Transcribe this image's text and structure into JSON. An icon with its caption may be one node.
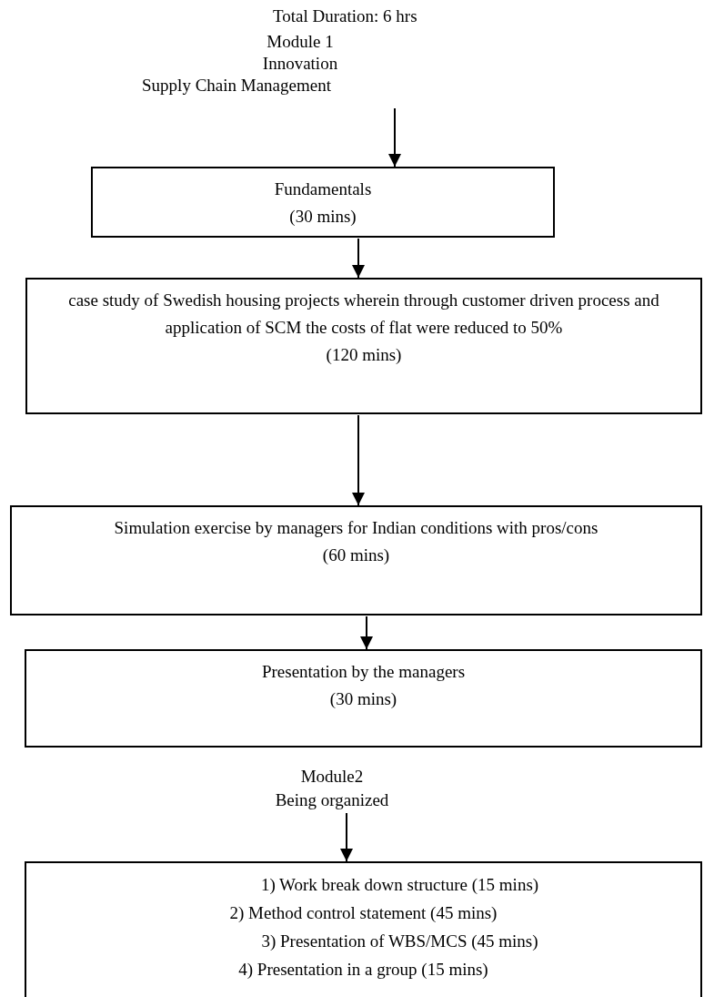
{
  "diagram": {
    "title": "Total Duration: 6 hrs",
    "nodes": [
      {
        "text": [
          "Module 1",
          "Innovation",
          "Supply Chain Management"
        ]
      },
      {
        "text": [
          "Fundamentals",
          "(30 mins)"
        ]
      },
      {
        "text": [
          "case study of Swedish housing projects wherein through customer driven process and application of SCM the costs of flat were reduced to 50%",
          "(120 mins)"
        ]
      },
      {
        "text": [
          "Simulation exercise by managers for Indian conditions with pros/cons",
          "(60 mins)"
        ]
      },
      {
        "text": [
          "Presentation by the managers",
          "(30 mins)"
        ]
      },
      {
        "text": [
          "Module2",
          "Being organized"
        ]
      },
      {
        "text": [
          "1) Work break down structure (15 mins)",
          "2) Method control statement (45 mins)",
          "3) Presentation of WBS/MCS (45 mins)",
          "4) Presentation in a group (15 mins)"
        ]
      }
    ],
    "edges": [
      {
        "from": 0,
        "to": 1,
        "arrow": "to"
      },
      {
        "from": 1,
        "to": 2,
        "arrow": "to"
      },
      {
        "from": 2,
        "to": 3,
        "arrow": "to"
      },
      {
        "from": 3,
        "to": 4,
        "arrow": "to"
      },
      {
        "from": 5,
        "to": 6,
        "arrow": "to"
      }
    ]
  }
}
